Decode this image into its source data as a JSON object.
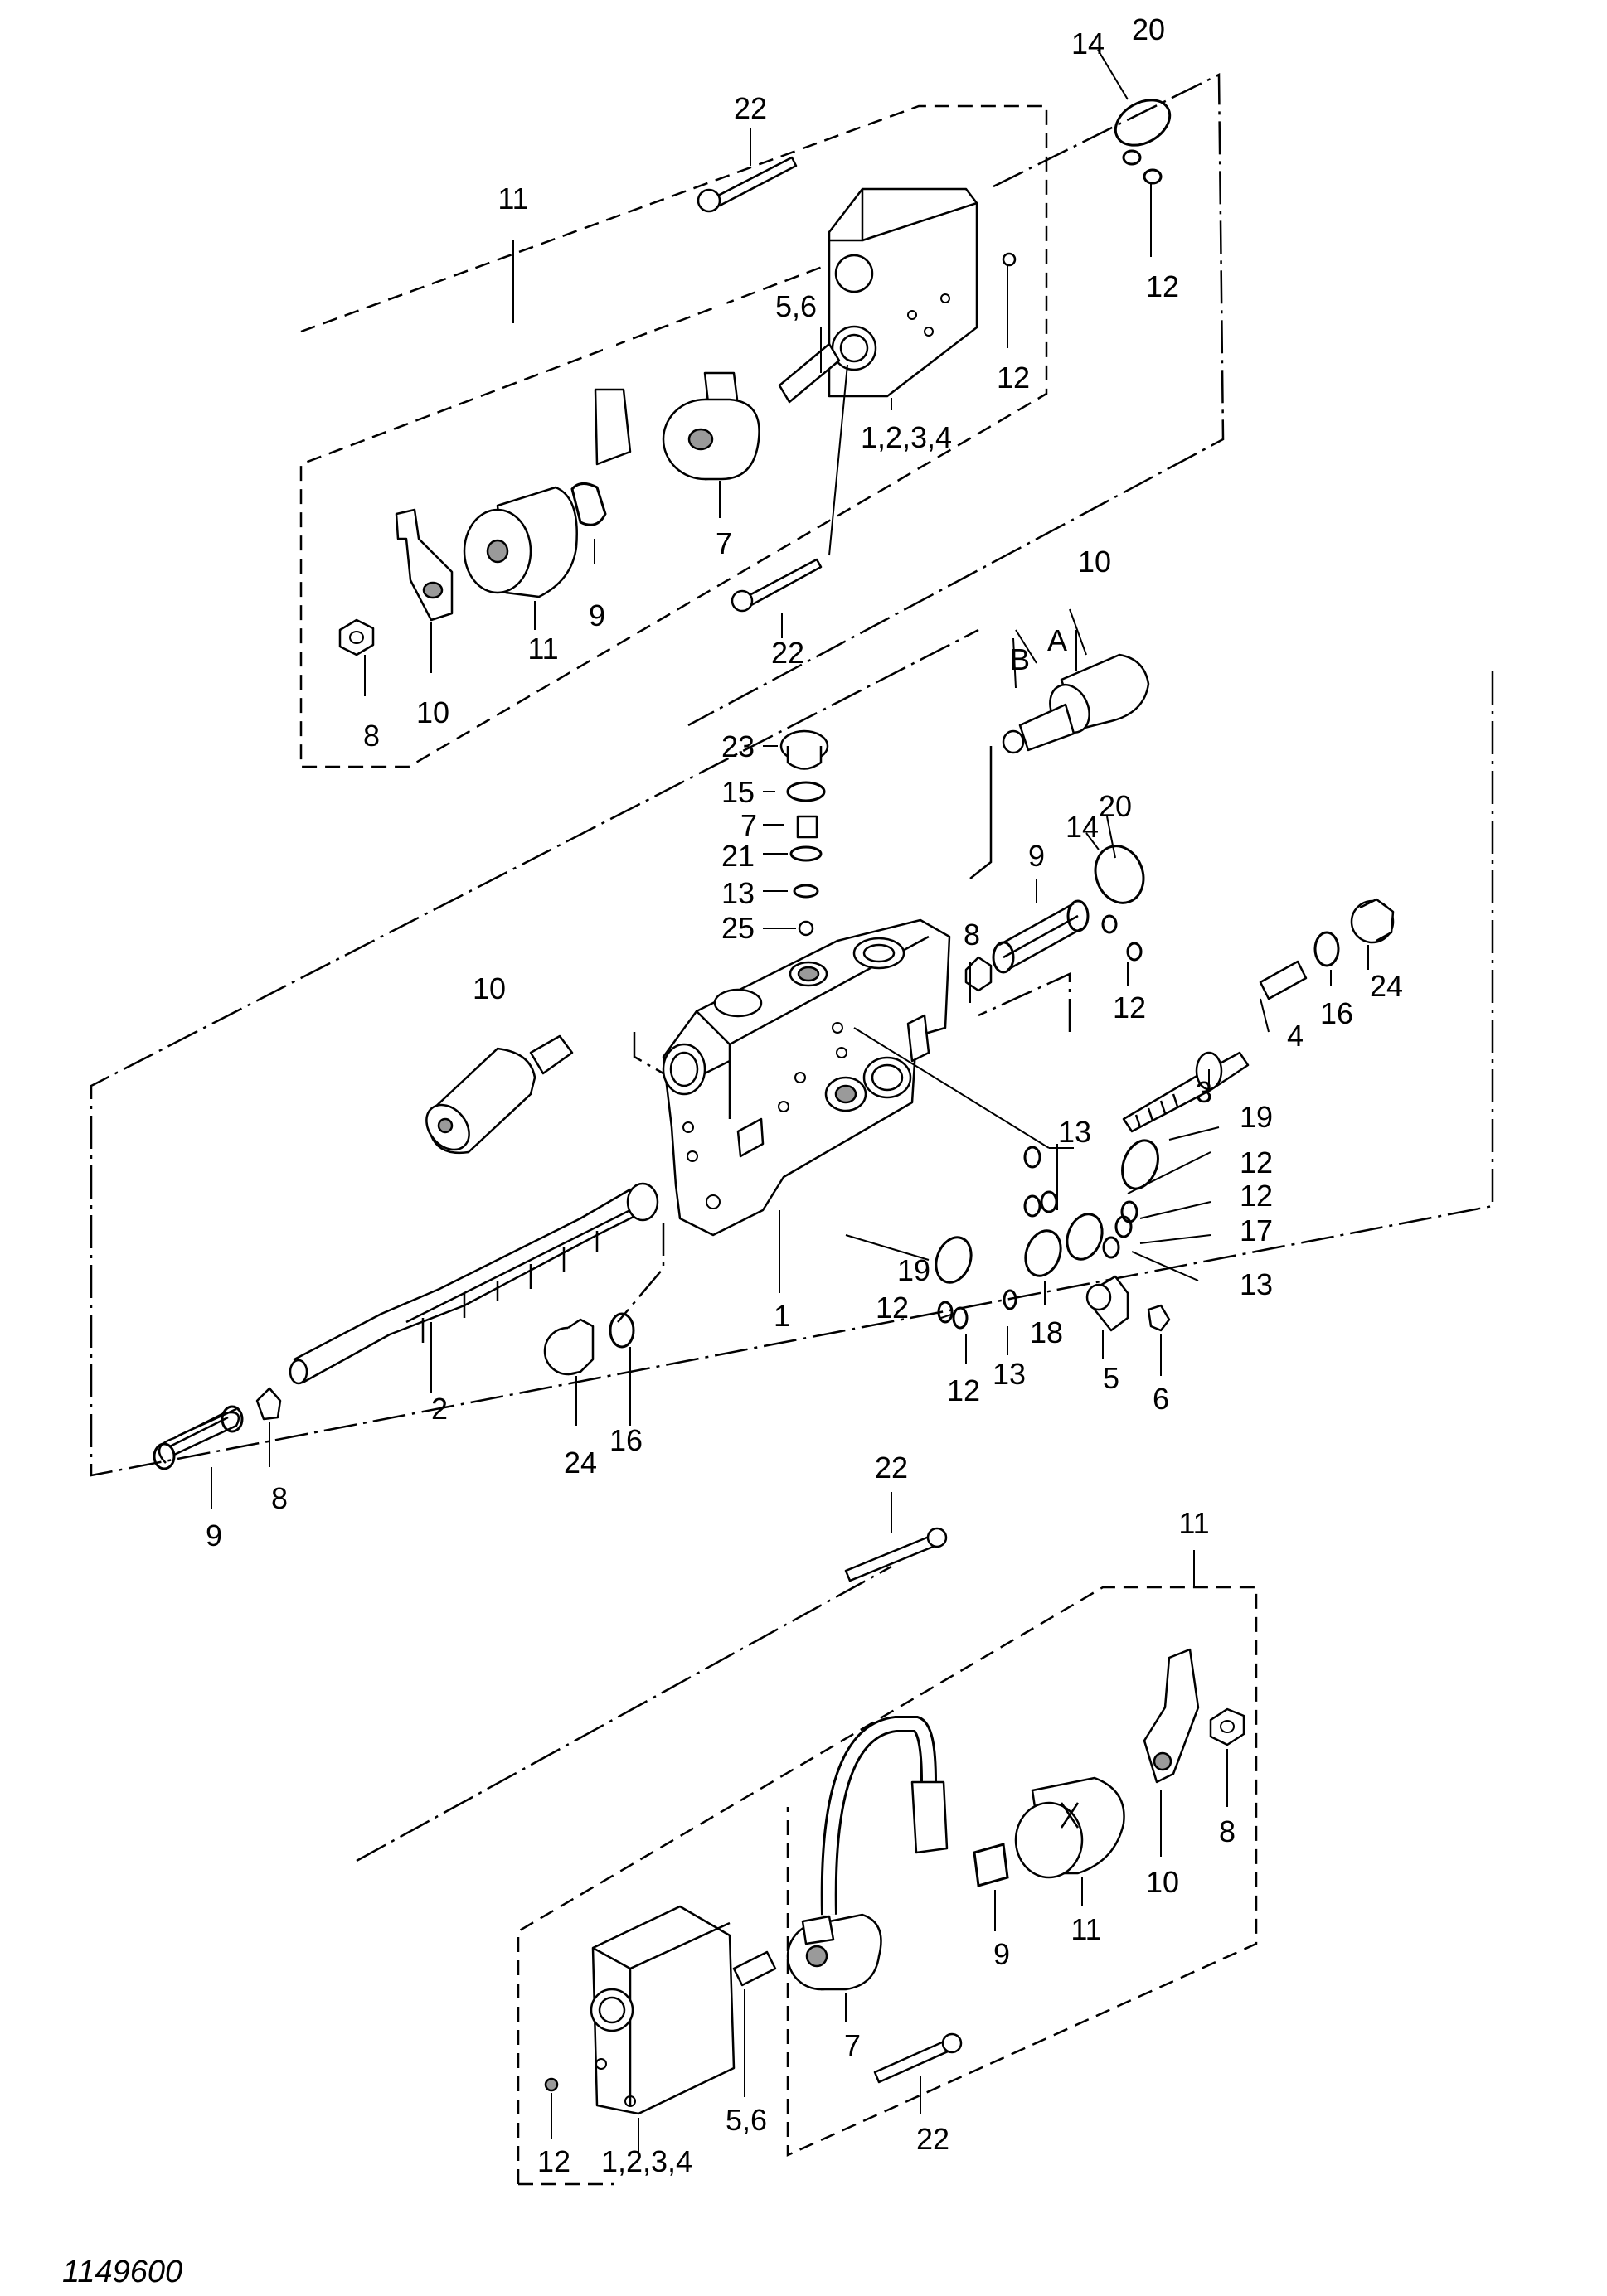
{
  "drawing_number": "1149600",
  "labels": {
    "top_22": "22",
    "top_11": "11",
    "top_14": "14",
    "top_20": "20",
    "top_12a": "12",
    "top_56": "5,6",
    "top_12b": "12",
    "top_1234": "1,2,3,4",
    "top_7": "7",
    "top_9": "9",
    "top_11b": "11",
    "top_10": "10",
    "top_8": "8",
    "top_22b": "22",
    "mid_10r": "10",
    "mid_A": "A",
    "mid_B": "B",
    "mid_23": "23",
    "mid_15": "15",
    "mid_7": "7",
    "mid_21": "21",
    "mid_13a": "13",
    "mid_25": "25",
    "mid_8": "8",
    "mid_9": "9",
    "mid_20": "20",
    "mid_14": "14",
    "mid_12a": "12",
    "mid_24a": "24",
    "mid_16a": "16",
    "mid_4": "4",
    "mid_3": "3",
    "mid_10l": "10",
    "mid_13b": "13",
    "mid_19a": "19",
    "mid_12b": "12",
    "mid_12c": "12",
    "mid_17": "17",
    "mid_13c": "13",
    "mid_19b": "19",
    "mid_1": "1",
    "mid_12d": "12",
    "mid_12e": "12",
    "mid_13d": "13",
    "mid_18": "18",
    "mid_5": "5",
    "mid_6": "6",
    "mid_2": "2",
    "mid_24b": "24",
    "mid_16b": "16",
    "mid_9b": "9",
    "mid_8b": "8",
    "bot_11": "11",
    "bot_22": "22",
    "bot_10": "10",
    "bot_8": "8",
    "bot_11b": "11",
    "bot_9": "9",
    "bot_7": "7",
    "bot_56": "5,6",
    "bot_12": "12",
    "bot_1234": "1,2,3,4",
    "bot_22b": "22"
  }
}
